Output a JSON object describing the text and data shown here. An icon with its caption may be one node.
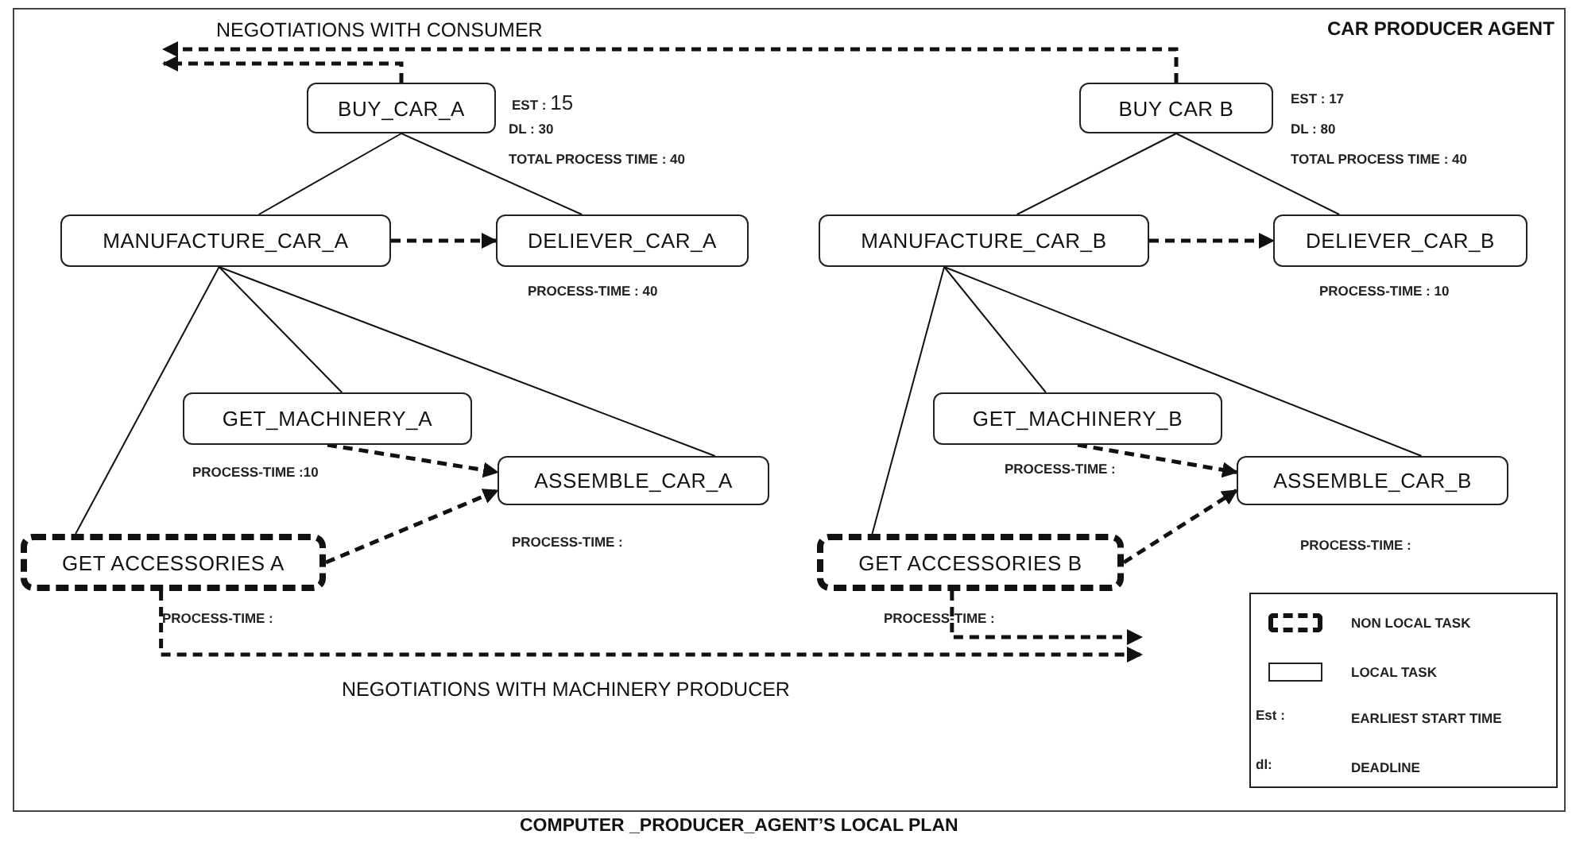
{
  "diagram": {
    "title": "CAR PRODUCER AGENT",
    "caption": "COMPUTER _PRODUCER_AGENT’S LOCAL PLAN",
    "nodes": [
      {
        "text": [
          "BUY_CAR_A"
        ],
        "beside": [
          "EST : 15",
          "DL : 30",
          "TOTAL PROCESS TIME : 40"
        ]
      },
      {
        "text": [
          "MANUFACTURE_CAR_A"
        ]
      },
      {
        "text": [
          "DELIEVER_CAR_A"
        ],
        "beside": [
          "PROCESS-TIME : 40"
        ]
      },
      {
        "text": [
          "GET_MACHINERY_A"
        ],
        "beside": [
          "PROCESS-TIME :10"
        ]
      },
      {
        "text": [
          "ASSEMBLE_CAR_A"
        ],
        "beside": [
          "PROCESS-TIME :"
        ]
      },
      {
        "text": [
          "GET ACCESSORIES A"
        ],
        "beside": [
          "PROCESS-TIME :"
        ]
      },
      {
        "text": [
          "BUY CAR B"
        ],
        "beside": [
          "EST : 17",
          "DL : 80",
          "TOTAL PROCESS TIME : 40"
        ]
      },
      {
        "text": [
          "MANUFACTURE_CAR_B"
        ]
      },
      {
        "text": [
          "DELIEVER_CAR_B"
        ],
        "beside": [
          "PROCESS-TIME : 10"
        ]
      },
      {
        "text": [
          "GET_MACHINERY_B"
        ],
        "beside": [
          "PROCESS-TIME :"
        ]
      },
      {
        "text": [
          "ASSEMBLE_CAR_B"
        ],
        "beside": [
          "PROCESS-TIME :"
        ]
      },
      {
        "text": [
          "GET ACCESSORIES B"
        ],
        "beside": [
          "PROCESS-TIME :"
        ]
      }
    ],
    "edges": [
      {
        "from": 0,
        "to": 1,
        "arrow": "none"
      },
      {
        "from": 0,
        "to": 2,
        "arrow": "none"
      },
      {
        "from": 1,
        "to": 2,
        "arrow": "to",
        "style": "dashed"
      },
      {
        "from": 1,
        "to": 3,
        "arrow": "none"
      },
      {
        "from": 1,
        "to": 4,
        "arrow": "none"
      },
      {
        "from": 1,
        "to": 5,
        "arrow": "none"
      },
      {
        "from": 3,
        "to": 4,
        "arrow": "to",
        "style": "dashed"
      },
      {
        "from": 5,
        "to": 4,
        "arrow": "to",
        "style": "dashed"
      },
      {
        "from": 0,
        "to": null,
        "arrow": "to",
        "style": "dashed"
      },
      {
        "from": 5,
        "to": null,
        "arrow": "to",
        "style": "dashed"
      },
      {
        "from": 6,
        "to": 7,
        "arrow": "none"
      },
      {
        "from": 6,
        "to": 8,
        "arrow": "none"
      },
      {
        "from": 7,
        "to": 8,
        "arrow": "to",
        "style": "dashed"
      },
      {
        "from": 7,
        "to": 9,
        "arrow": "none"
      },
      {
        "from": 7,
        "to": 10,
        "arrow": "none"
      },
      {
        "from": 7,
        "to": 11,
        "arrow": "none"
      },
      {
        "from": 9,
        "to": 10,
        "arrow": "to",
        "style": "dashed"
      },
      {
        "from": 11,
        "to": 10,
        "arrow": "to",
        "style": "dashed"
      },
      {
        "from": 6,
        "to": null,
        "arrow": "to",
        "style": "dashed"
      },
      {
        "from": 11,
        "to": null,
        "arrow": "to",
        "style": "dashed"
      }
    ],
    "labels": [
      "NEGOTIATIONS WITH CONSUMER",
      "NEGOTIATIONS WITH MACHINERY PRODUCER",
      "Est :",
      "dl:"
    ],
    "legend": [
      {
        "text": "NON LOCAL TASK"
      },
      {
        "text": "LOCAL TASK"
      },
      {
        "text": "EARLIEST START TIME"
      },
      {
        "text": "DEADLINE"
      }
    ]
  }
}
